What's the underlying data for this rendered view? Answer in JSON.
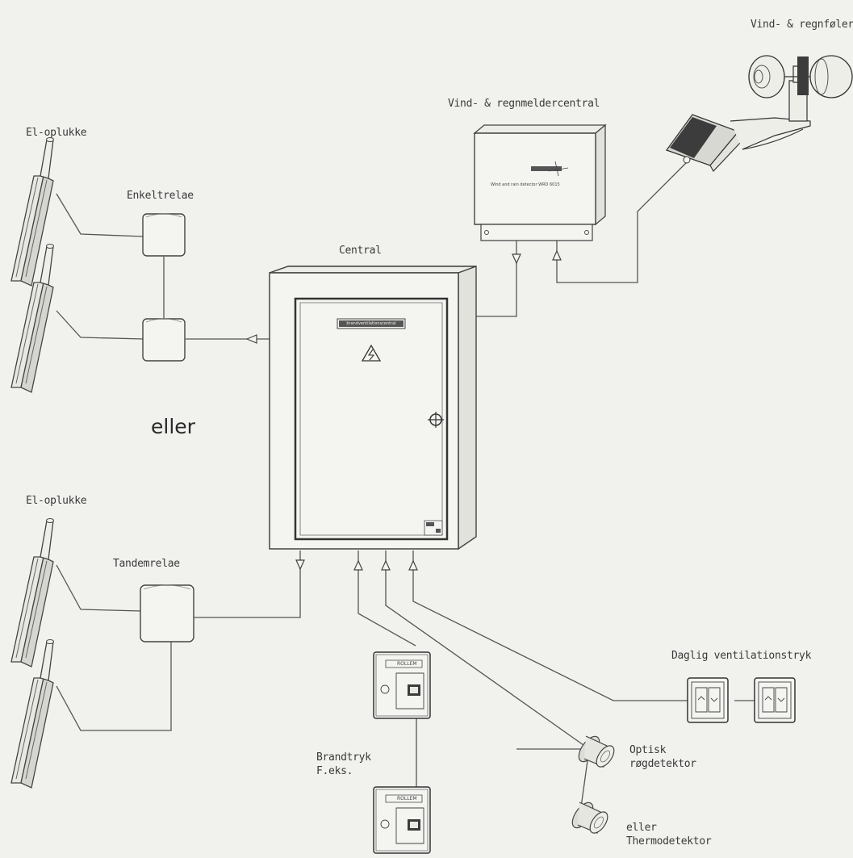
{
  "labels": {
    "vind_regnfoeler": "Vind- & regnføler",
    "vind_regnmeldercentral": "Vind- & regnmeldercentral",
    "el_oplukke_top": "El-oplukke",
    "enkeltrelae": "Enkeltrelae",
    "central": "Central",
    "eller_big": "eller",
    "el_oplukke_bottom": "El-oplukke",
    "tandemrelae": "Tandemrelae",
    "daglig_ventilationstryk": "Daglig ventilationstryk",
    "brandtryk": "Brandtryk",
    "feks": "F.eks.",
    "optisk": "Optisk",
    "roegdetektor": "røgdetektor",
    "eller_small": "eller",
    "thermodetektor": "Thermodetektor",
    "central_plate": "brandventilationscentral",
    "weather_unit_text": "Wind and rain detector WRD 6015",
    "brandtryk_plate_1": "ROLLEM",
    "brandtryk_plate_2": "ROLLEM"
  }
}
